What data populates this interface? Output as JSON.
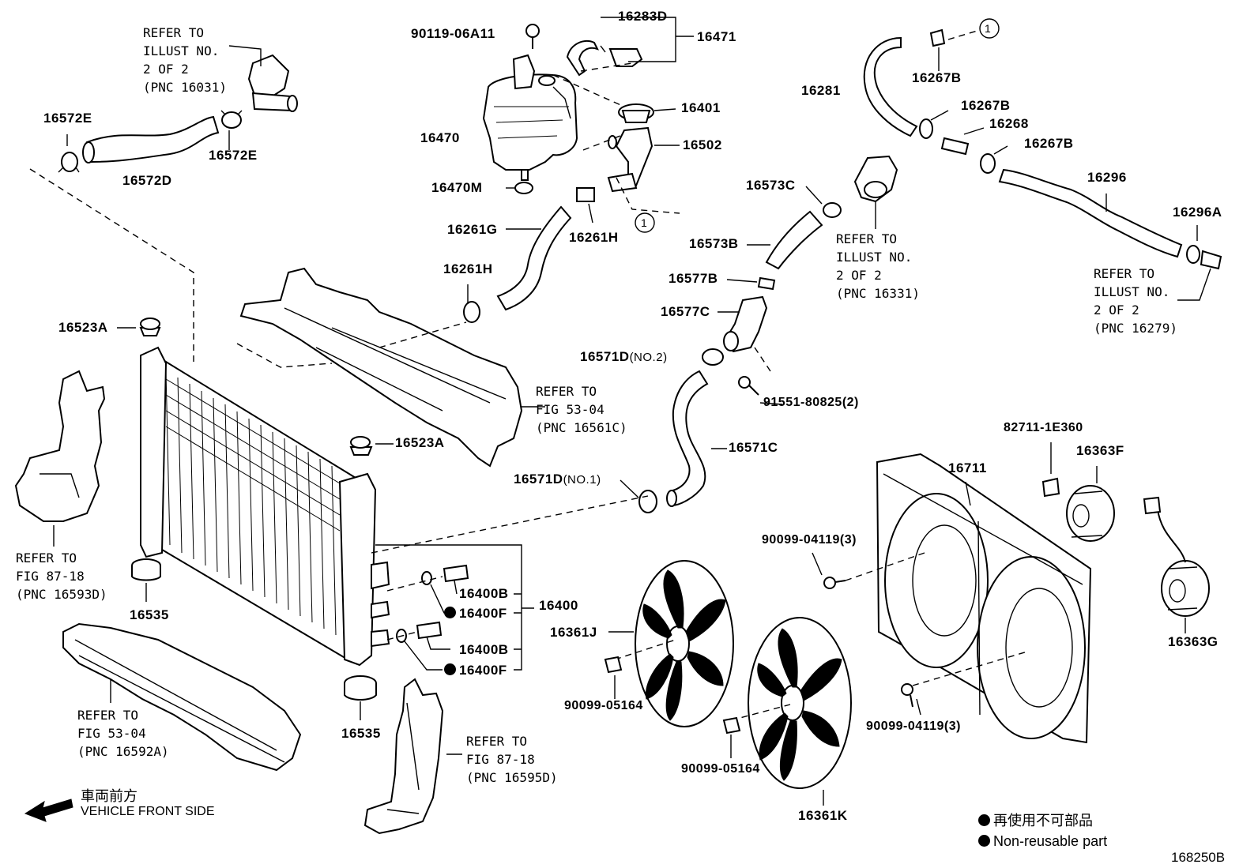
{
  "diagram": {
    "parts": {
      "p90119": "90119-06A11",
      "p16283D": "16283D",
      "p16471": "16471",
      "p16401": "16401",
      "p16502": "16502",
      "p16470": "16470",
      "p16470M": "16470M",
      "p16261G": "16261G",
      "p16261H_a": "16261H",
      "p16261H_b": "16261H",
      "p16572E_a": "16572E",
      "p16572E_b": "16572E",
      "p16572D": "16572D",
      "p16523A_a": "16523A",
      "p16523A_b": "16523A",
      "p16281": "16281",
      "p16267B_a": "16267B",
      "p16267B_b": "16267B",
      "p16267B_c": "16267B",
      "p16268": "16268",
      "p16296": "16296",
      "p16296A": "16296A",
      "p16573C": "16573C",
      "p16573B": "16573B",
      "p16577B": "16577B",
      "p16577C": "16577C",
      "p16571D_2": "16571D",
      "p16571D_2_note": "(NO.2)",
      "p91551": "91551-80825(2)",
      "p16571C": "16571C",
      "p16571D_1": "16571D",
      "p16571D_1_note": "(NO.1)",
      "p82711": "82711-1E360",
      "p16363F": "16363F",
      "p16711": "16711",
      "p90099_04119_a": "90099-04119(3)",
      "p90099_04119_b": "90099-04119(3)",
      "p16400B_a": "16400B",
      "p16400F_a": "16400F",
      "p16400B_b": "16400B",
      "p16400F_b": "16400F",
      "p16400": "16400",
      "p16361J": "16361J",
      "p90099_05164_a": "90099-05164",
      "p90099_05164_b": "90099-05164",
      "p16361K": "16361K",
      "p16363G": "16363G",
      "p16535_a": "16535",
      "p16535_b": "16535",
      "circle_1a": "1",
      "circle_1b": "1"
    },
    "refs": {
      "ref_16031": "REFER TO\nILLUST NO.\n2 OF 2\n(PNC 16031)",
      "ref_16331": "REFER TO\nILLUST NO.\n2 OF 2\n(PNC 16331)",
      "ref_16279": "REFER TO\nILLUST NO.\n2 OF 2\n(PNC 16279)",
      "ref_16561C": "REFER TO\nFIG 53-04\n(PNC 16561C)",
      "ref_16593D": "REFER TO\nFIG 87-18\n(PNC 16593D)",
      "ref_16592A": "REFER TO\nFIG 53-04\n(PNC 16592A)",
      "ref_16595D": "REFER TO\nFIG 87-18\n(PNC 16595D)"
    },
    "front_jp": "車両前方",
    "front_en": "VEHICLE FRONT SIDE",
    "legend_jp": "再使用不可部品",
    "legend_en": "Non-reusable part",
    "figure_id": "168250B"
  }
}
